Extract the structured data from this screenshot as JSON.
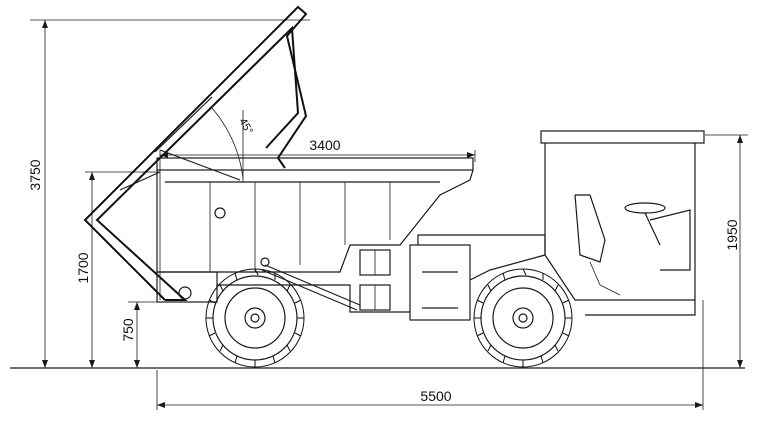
{
  "drawing": {
    "type": "technical-side-elevation",
    "subject": "underground dump truck",
    "line_color": "#1a1a1a",
    "background": "#ffffff"
  },
  "dimensions": {
    "raised_height": "3750",
    "body_height": "1700",
    "ground_clearance": "750",
    "body_length": "3400",
    "overall_length": "5500",
    "cab_height": "1950",
    "tip_angle": "45°"
  }
}
